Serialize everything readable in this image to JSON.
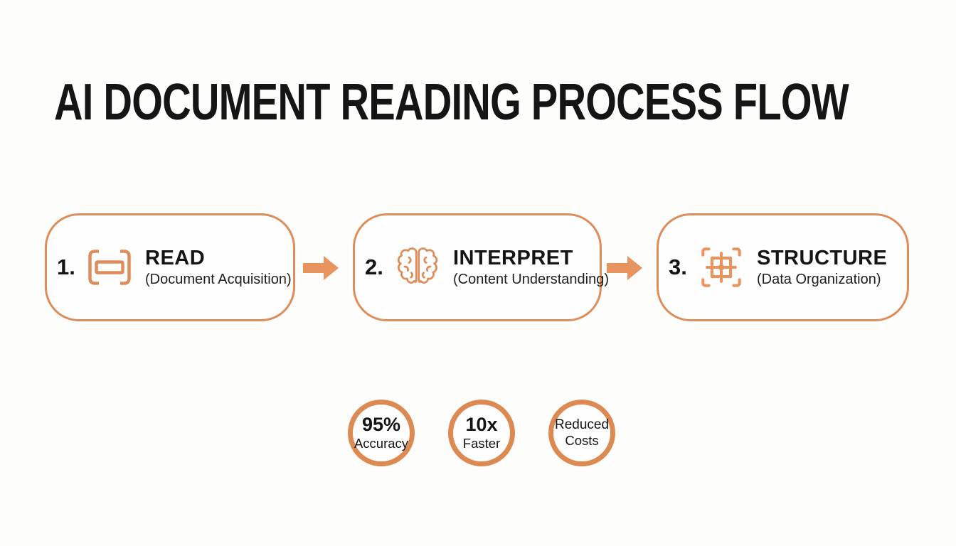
{
  "title": "AI DOCUMENT READING PROCESS FLOW",
  "colors": {
    "accent_border": "#dd8d5b",
    "accent_arrow": "#e8945e",
    "badge_ring": "#dd8a52",
    "text": "#141414",
    "background": "#fdfdfc"
  },
  "steps": [
    {
      "number": "1.",
      "icon": "scan-document-icon",
      "label": "READ",
      "sublabel": "(Document Acquisition)"
    },
    {
      "number": "2.",
      "icon": "brain-icon",
      "label": "INTERPRET",
      "sublabel": "(Content Understanding)"
    },
    {
      "number": "3.",
      "icon": "structure-grid-icon",
      "label": "STRUCTURE",
      "sublabel": "(Data Organization)"
    }
  ],
  "connectors": [
    {
      "icon": "arrow-right-icon"
    },
    {
      "icon": "arrow-right-icon"
    }
  ],
  "badges": [
    {
      "value": "95%",
      "label": "Accuracy"
    },
    {
      "value": "10x",
      "label": "Faster"
    },
    {
      "value": "Reduced",
      "label": "Costs"
    }
  ]
}
